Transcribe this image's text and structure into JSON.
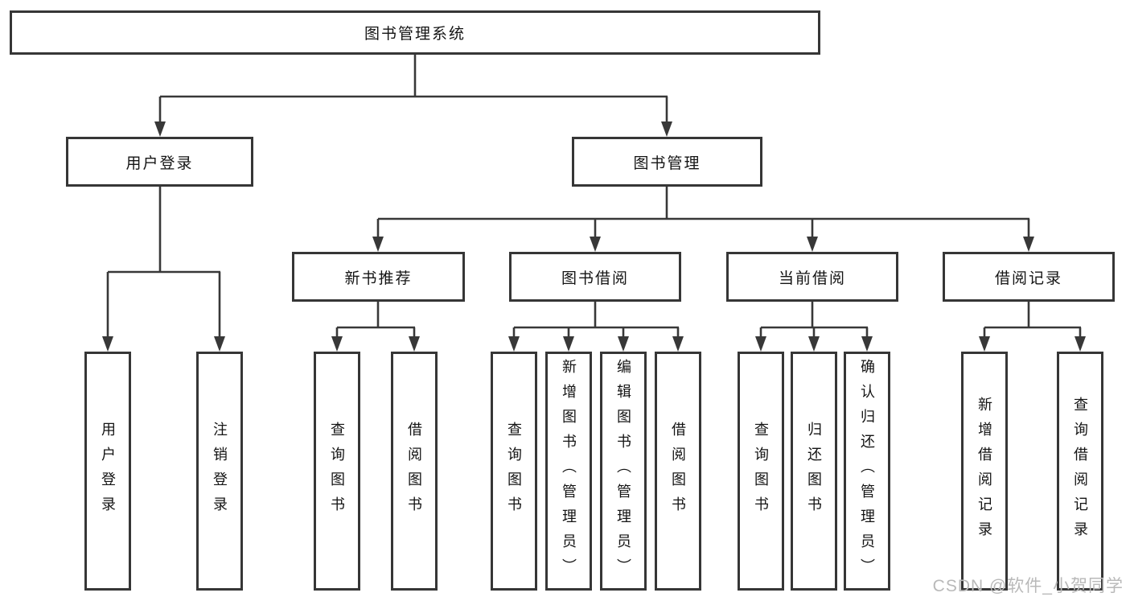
{
  "diagram": {
    "root": {
      "label": "图书管理系统"
    },
    "level2": [
      {
        "label": "用户登录"
      },
      {
        "label": "图书管理"
      }
    ],
    "level3": [
      {
        "label": "新书推荐"
      },
      {
        "label": "图书借阅"
      },
      {
        "label": "当前借阅"
      },
      {
        "label": "借阅记录"
      }
    ],
    "leaves": {
      "user_login": [
        "用户登录",
        "注销登录"
      ],
      "new_book_recommend": [
        "查询图书",
        "借阅图书"
      ],
      "book_borrow": [
        "查询图书",
        "新增图书（管理员）",
        "编辑图书（管理员）",
        "借阅图书"
      ],
      "current_borrow": [
        "查询图书",
        "归还图书",
        "确认归还（管理员）"
      ],
      "borrow_record": [
        "新增借阅记录",
        "查询借阅记录"
      ]
    }
  },
  "watermark": {
    "text": "CSDN @软件_小贺同学"
  },
  "colors": {
    "line": "#383838",
    "box_border": "#363636",
    "text": "#141414",
    "watermark": "#b9b9b9",
    "background": "#ffffff"
  }
}
